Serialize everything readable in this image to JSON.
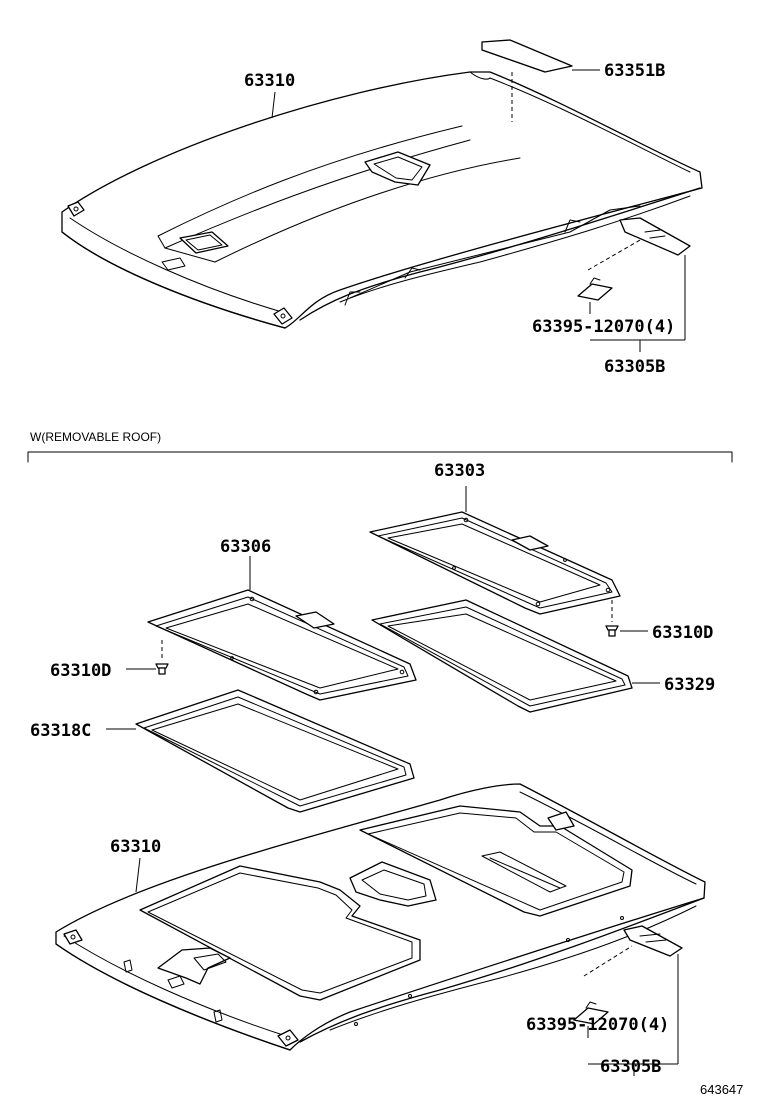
{
  "labels": {
    "top_headliner": "63310",
    "top_sunvisor_pad": "63351B",
    "top_clip": "63395-12070(4)",
    "top_rail_set": "63305B",
    "section_title": "W(REMOVABLE ROOF)",
    "frame_right": "63303",
    "frame_left": "63306",
    "screw_left": "63310D",
    "screw_right": "63310D",
    "weatherstrip_right": "63329",
    "weatherstrip_left": "63318C",
    "bottom_headliner": "63310",
    "bottom_clip": "63395-12070(4)",
    "bottom_rail_set": "63305B",
    "figure_number": "643647"
  }
}
